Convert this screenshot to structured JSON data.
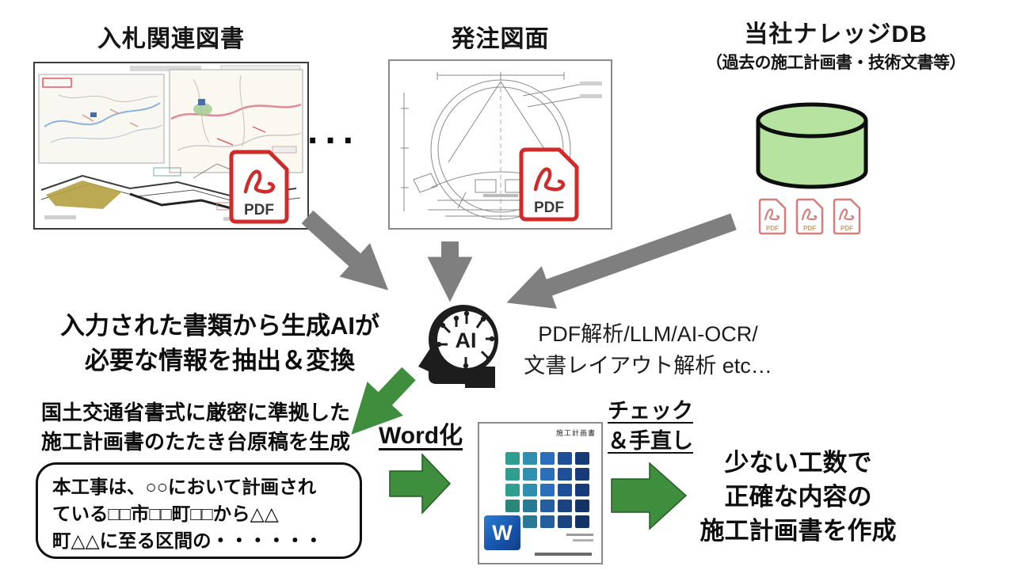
{
  "diagram": {
    "sources": {
      "bid_documents": {
        "title": "入札関連図書",
        "pdf_label": "PDF"
      },
      "order_drawings": {
        "title": "発注図面",
        "pdf_label": "PDF"
      },
      "knowledge_db": {
        "title": "当社ナレッジDB",
        "subtitle": "（過去の施工計画書・技術文書等）",
        "pdf_label": "PDF"
      }
    },
    "ellipsis": "...",
    "ai": {
      "icon_label": "AI",
      "left_text_line1": "入力された書類から生成AIが",
      "left_text_line2": "必要な情報を抽出＆変換",
      "right_text_line1": "PDF解析/LLM/AI-OCR/",
      "right_text_line2": "文書レイアウト解析 etc…"
    },
    "generation": {
      "line1": "国土交通省書式に厳密に準拠した",
      "line2": "施工計画書のたたき台原稿を生成",
      "bubble_line1": "本工事は、○○において計画され",
      "bubble_line2": "ている□□市□□町□□から△△",
      "bubble_line3": "町△△に至る区間の・・・・・・"
    },
    "word_step": {
      "label": "Word化",
      "doc_title": "施工計画書",
      "word_icon_letter": "W"
    },
    "check_step": {
      "label_line1": "チェック",
      "label_line2": "＆手直し"
    },
    "result": {
      "line1": "少ない工数で",
      "line2": "正確な内容の",
      "line3": "施工計画書を作成"
    },
    "colors": {
      "arrow_gray": "#7f7f7f",
      "arrow_green": "#3e8e3e",
      "db_green": "#b7e3a1",
      "pdf_red": "#cf2b2b",
      "word_blue": "#1856ae"
    }
  }
}
